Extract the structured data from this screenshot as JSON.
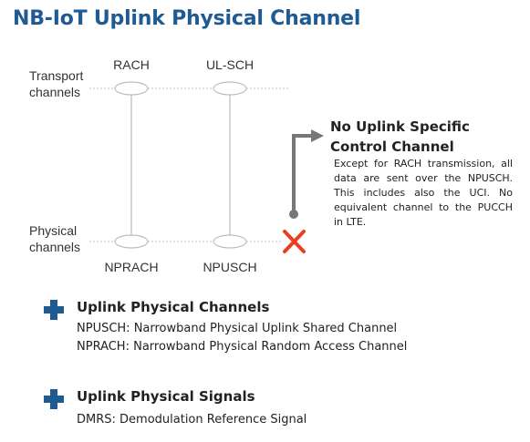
{
  "title": "NB-IoT Uplink Physical Channel",
  "diagram": {
    "row_labels": {
      "transport_line1": "Transport",
      "transport_line2": "channels",
      "physical_line1": "Physical",
      "physical_line2": "channels"
    },
    "transport_channels": [
      "RACH",
      "UL-SCH"
    ],
    "physical_channels": [
      "NPRACH",
      "NPUSCH"
    ],
    "cross_color": "#e8401c",
    "arrow_color": "#777777"
  },
  "note": {
    "title_line1": "No Uplink Specific",
    "title_line2": "Control Channel",
    "body": "Except for RACH transmission, all data are sent over the NPUSCH. This includes also the UCI. No equivalent channel to the PUCCH in LTE."
  },
  "sections": [
    {
      "heading": "Uplink Physical Channels",
      "items": [
        "NPUSCH: Narrowband Physical Uplink Shared Channel",
        "NPRACH: Narrowband Physical Random Access Channel"
      ]
    },
    {
      "heading": "Uplink Physical Signals",
      "items": [
        "DMRS: Demodulation Reference Signal"
      ]
    }
  ],
  "colors": {
    "accent": "#1f5a93",
    "text": "#222222"
  }
}
